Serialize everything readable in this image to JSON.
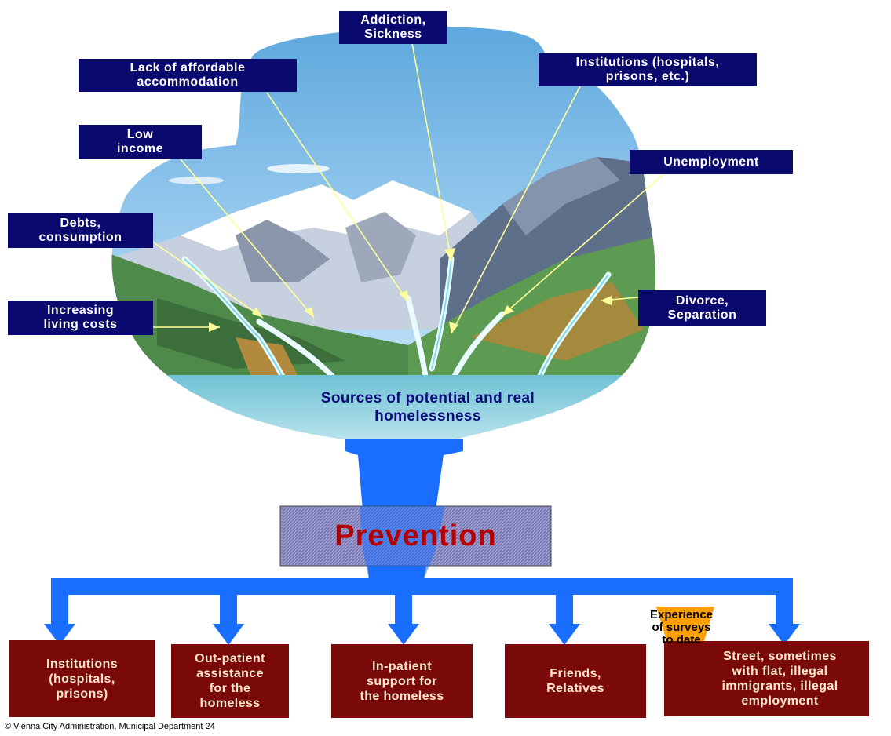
{
  "causes": {
    "addiction": "Addiction,\nSickness",
    "accommodation": "Lack of affordable\naccommodation",
    "institutions": "Institutions (hospitals,\nprisons, etc.)",
    "low_income": "Low\nincome",
    "unemployment": "Unemployment",
    "debts": "Debts,\nconsumption",
    "living_costs": "Increasing\nliving costs",
    "divorce": "Divorce,\nSeparation"
  },
  "sources_label": "Sources of potential and real\nhomelessness",
  "prevention_label": "Prevention",
  "outcomes": {
    "institutions": "Institutions\n(hospitals,\nprisons)",
    "outpatient": "Out-patient\nassistance\nfor the\nhomeless",
    "inpatient": "In-patient\nsupport for\nthe homeless",
    "friends": "Friends,\nRelatives",
    "street": "Street, sometimes\nwith flat, illegal\nimmigrants, illegal\nemployment"
  },
  "surveys_note": "Experience\nof surveys\nto date",
  "footer": "© Vienna City Administration, Municipal Department 24",
  "colors": {
    "cause_box": "#0a0a6e",
    "outcome_box": "#7a0a0a",
    "arrow_blue": "#1a6eff",
    "connector": "#ffff99",
    "exclamation": "#ffa000"
  }
}
